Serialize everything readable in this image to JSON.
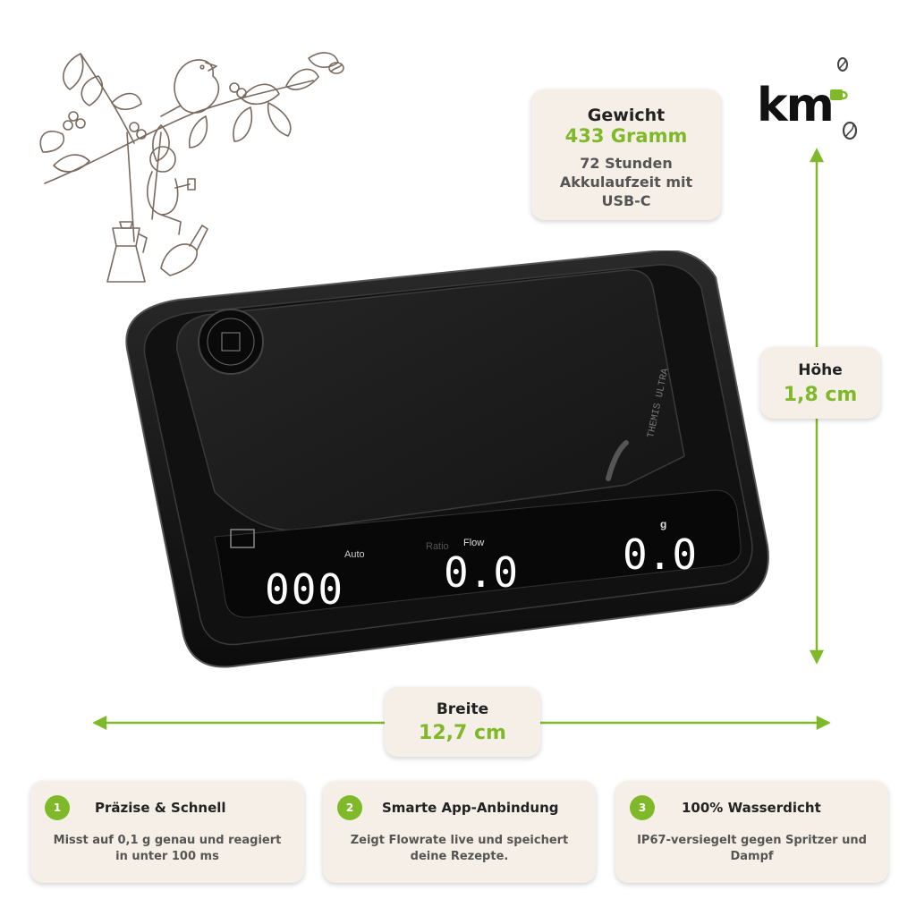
{
  "brand": {
    "logo_text": "km",
    "accent_color": "#7fb929"
  },
  "specs": {
    "weight": {
      "label": "Gewicht",
      "value": "433 Gramm",
      "note": "72 Stunden Akkulaufzeit mit USB-C"
    },
    "height": {
      "label": "Höhe",
      "value": "1,8 cm"
    },
    "width": {
      "label": "Breite",
      "value": "12,7 cm"
    }
  },
  "product": {
    "model": "THEMIS ULTRA",
    "display_labels": {
      "auto": "Auto",
      "ratio": "Ratio",
      "flow": "Flow",
      "unit": "g"
    },
    "display_values": {
      "time": "000",
      "flow": "0.0",
      "weight": "0.0"
    }
  },
  "features": [
    {
      "number": "1",
      "title": "Präzise & Schnell",
      "description": "Misst auf 0,1 g genau und reagiert in unter 100 ms"
    },
    {
      "number": "2",
      "title": "Smarte App-Anbindung",
      "description": "Zeigt Flowrate live und speichert deine Rezepte."
    },
    {
      "number": "3",
      "title": "100% Wasserdicht",
      "description": "IP67-versiegelt gegen Spritzer und Dampf"
    }
  ]
}
